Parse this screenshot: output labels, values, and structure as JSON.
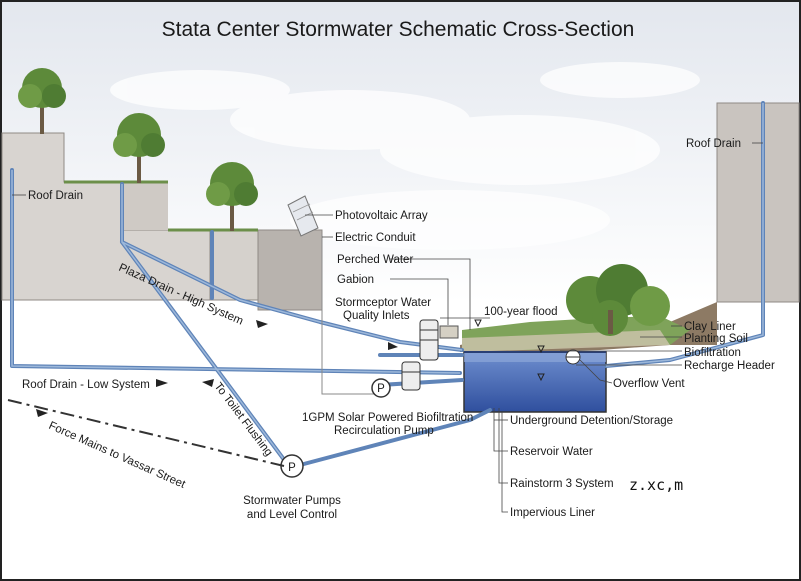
{
  "title": "Stata Center Stormwater Schematic Cross-Section",
  "labels": {
    "roof_drain_left": "Roof Drain",
    "roof_drain_right": "Roof Drain",
    "photovoltaic_array": "Photovoltaic Array",
    "electric_conduit": "Electric Conduit",
    "perched_water": "Perched Water",
    "gabion": "Gabion",
    "stormceptor_1": "Stormceptor Water",
    "stormceptor_2": "Quality Inlets",
    "flood": "100-year flood",
    "plaza_drain": "Plaza Drain - High System",
    "roof_drain_low": "Roof Drain - Low System",
    "toilet_flushing": "To Toilet Flushing",
    "force_mains": "Force Mains to Vassar Street",
    "solar_pump_1": "1GPM Solar Powered Biofiltration",
    "solar_pump_2": "Recirculation Pump",
    "stormwater_pumps_1": "Stormwater Pumps",
    "stormwater_pumps_2": "and Level Control",
    "clay_liner": "Clay Liner",
    "planting_soil": "Planting Soil",
    "biofiltration": "Biofiltration",
    "recharge_header": "Recharge Header",
    "overflow_vent": "Overflow Vent",
    "underground_detention": "Underground Detention/Storage",
    "reservoir_water": "Reservoir Water",
    "rainstorm": "Rainstorm 3 System",
    "impervious_liner": "Impervious Liner",
    "pump_symbol": "P"
  },
  "handwritten_note": "z.xc,m",
  "colors": {
    "pipe": "#5f84b8",
    "pipe_light": "#9db8da",
    "building": "#d7d3cf",
    "building_dark": "#bdb8b3",
    "water": "#3e63b0",
    "sky_top": "#d8dde6",
    "tree": "#5d8a3a"
  }
}
